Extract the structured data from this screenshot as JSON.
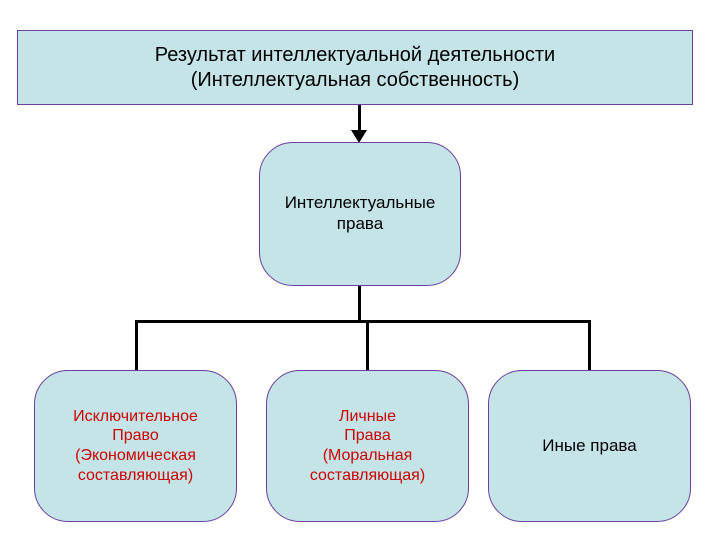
{
  "diagram": {
    "title_node": {
      "label": "Результат интеллектуальной деятельности\n(Интеллектуальная собственность)"
    },
    "level2": {
      "label": "Интеллектуальные\nправа"
    },
    "level3": [
      {
        "label": "Исключительное\nПраво\n(Экономическая\nсоставляющая)"
      },
      {
        "label": "Личные\nПрава\n(Моральная\nсоставляющая)"
      },
      {
        "label": "Иные права"
      }
    ],
    "colors": {
      "node_fill": "#c5e4e8",
      "node_border": "#6a3fa0",
      "connector": "#000000",
      "red_text": "#cc0000",
      "black_text": "#000000",
      "background": "#ffffff"
    }
  }
}
